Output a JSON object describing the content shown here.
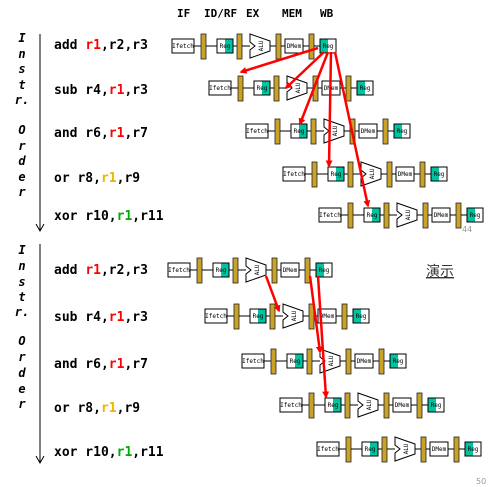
{
  "stages": [
    "IF",
    "ID/RF",
    "EX",
    "MEM",
    "WB"
  ],
  "box_labels": {
    "ifetch": "Ifetch",
    "reg": "Reg",
    "alu": "ALU",
    "dmem": "DMem"
  },
  "axis_label": [
    "I",
    "n",
    "s",
    "t",
    "r.",
    "O",
    "r",
    "d",
    "e",
    "r"
  ],
  "colors": {
    "red": "#ff0000",
    "yellow": "#e8b800",
    "green": "#00aa00",
    "teal": "#00c3a0",
    "latch": "#c9a227",
    "arrow": "#ff0000"
  },
  "panels": [
    {
      "name": "top",
      "instructions": [
        {
          "parts": [
            {
              "t": "add "
            },
            {
              "t": "r1",
              "c": "red"
            },
            {
              "t": ",r2,r3"
            }
          ]
        },
        {
          "parts": [
            {
              "t": "sub r4,"
            },
            {
              "t": "r1",
              "c": "red"
            },
            {
              "t": ",r3"
            }
          ]
        },
        {
          "parts": [
            {
              "t": "and r6,"
            },
            {
              "t": "r1",
              "c": "red"
            },
            {
              "t": ",r7"
            }
          ]
        },
        {
          "parts": [
            {
              "t": "or   r8,"
            },
            {
              "t": "r1",
              "c": "yellow"
            },
            {
              "t": ",r9"
            }
          ]
        },
        {
          "parts": [
            {
              "t": "xor r10,"
            },
            {
              "t": "r1",
              "c": "green"
            },
            {
              "t": ",r11"
            }
          ]
        }
      ]
    },
    {
      "name": "bottom",
      "instructions": [
        {
          "parts": [
            {
              "t": "add "
            },
            {
              "t": "r1",
              "c": "red"
            },
            {
              "t": ",r2,r3"
            }
          ]
        },
        {
          "parts": [
            {
              "t": "sub r4,"
            },
            {
              "t": "r1",
              "c": "red"
            },
            {
              "t": ",r3"
            }
          ]
        },
        {
          "parts": [
            {
              "t": "and r6,"
            },
            {
              "t": "r1",
              "c": "red"
            },
            {
              "t": ",r7"
            }
          ]
        },
        {
          "parts": [
            {
              "t": "or   r8,"
            },
            {
              "t": "r1",
              "c": "yellow"
            },
            {
              "t": ",r9"
            }
          ]
        },
        {
          "parts": [
            {
              "t": "xor r10,"
            },
            {
              "t": "r1",
              "c": "green"
            },
            {
              "t": ",r11"
            }
          ]
        }
      ]
    }
  ],
  "demo_label": "演示",
  "page_numbers": [
    "44",
    "50"
  ]
}
